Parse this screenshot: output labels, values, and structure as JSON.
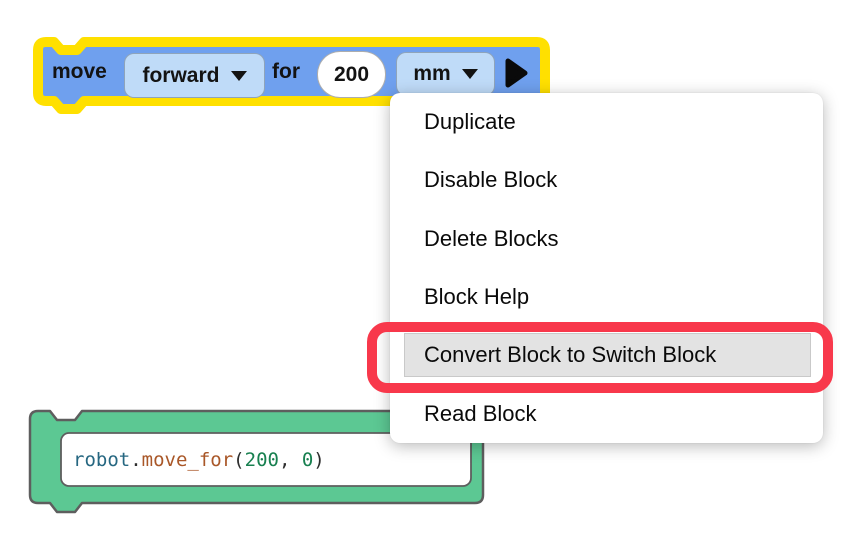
{
  "move_block": {
    "move_label": "move",
    "direction_value": "forward",
    "for_label": "for",
    "distance_value": "200",
    "unit_value": "mm"
  },
  "context_menu": {
    "items": [
      {
        "id": "duplicate",
        "label": "Duplicate",
        "highlighted": false
      },
      {
        "id": "disable-block",
        "label": "Disable Block",
        "highlighted": false
      },
      {
        "id": "delete-blocks",
        "label": "Delete Blocks",
        "highlighted": false
      },
      {
        "id": "block-help",
        "label": "Block Help",
        "highlighted": false
      },
      {
        "id": "convert-block-to-switch-block",
        "label": "Convert Block to Switch Block",
        "highlighted": true
      },
      {
        "id": "read-block",
        "label": "Read Block",
        "highlighted": false
      }
    ]
  },
  "switch_block": {
    "code_tokens": [
      {
        "text": "robot",
        "type": "object"
      },
      {
        "text": ".",
        "type": "punct"
      },
      {
        "text": "move_for",
        "type": "function"
      },
      {
        "text": "(",
        "type": "punct"
      },
      {
        "text": "200",
        "type": "number"
      },
      {
        "text": ", ",
        "type": "punct"
      },
      {
        "text": "0",
        "type": "number"
      },
      {
        "text": ")",
        "type": "punct"
      }
    ]
  },
  "colors": {
    "block_blue": "#6FA0EE",
    "block_blue_field": "#BFDBF8",
    "selection_yellow": "#FFE000",
    "block_green": "#5CC893",
    "block_outline_gray": "#5E5E5E",
    "annotation_red": "#F8384B",
    "menu_highlight_gray": "#E3E3E3",
    "code_object": "#266781",
    "code_function": "#A95728",
    "code_number": "#188050",
    "code_punct": "#2E2E2E"
  }
}
